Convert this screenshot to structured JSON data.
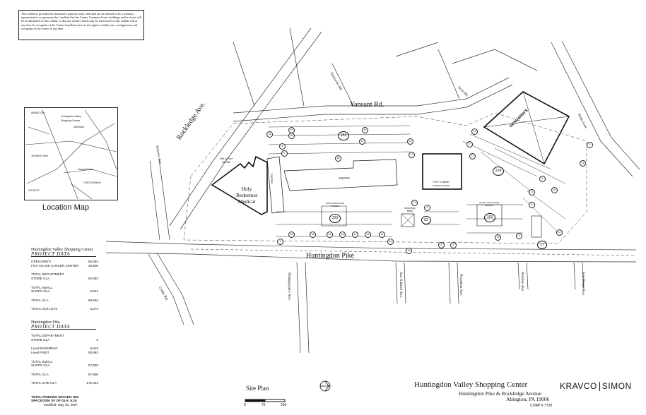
{
  "disclaimer": "This exhibit is provided for illustrative purposes only, and shall not be deemed to be a warranty, representation or agreement by Landlord that the Center, Common Areas, buildings and/or stores will be as illustrated on this exhibit, or that any tenants which may be referenced on this exhibit will at any time be occupants of the Center. Landlord reserves the right to modify size, configuration and occupants of the Center at any time.",
  "location_map": {
    "caption": "Location Map",
    "labels": [
      "ABINGTON",
      "Huntingdon Valley",
      "Shopping Center",
      "Moreland",
      "JENKINTOWN",
      "Susquehanna",
      "CHELTENHAM",
      "OGONTZ"
    ]
  },
  "roads": {
    "vansant": "Vansant Rd.",
    "rockledge": "Rockledge Ave.",
    "huntingdon_pike": "Huntingdon Pike",
    "montgomery": "Montgomery Ave.",
    "san_gabriel": "San Gabriel Ave.",
    "pasadena": "Pasadena Ave.",
    "berkley": "Berkley Ave.",
    "san_diego": "San Diego Ave.",
    "cedar": "Cedar Rd.",
    "hanover": "Hanover Ave.",
    "huntsville": "Huntsville Rd.",
    "scott": "Scott Rd.",
    "shady": "Shady Lane"
  },
  "buildings": {
    "holy_redeemer": [
      "Holy",
      "Redeemer",
      "Medical"
    ],
    "not_part": [
      "Not A Part",
      "Of Site"
    ],
    "shops_left": "SHOPS",
    "shops_center": "SHOPS",
    "fox_chase": "FOX CHASE",
    "fox_chase_sub": "CANCER CENTER",
    "geniards": "GENUARDI'S",
    "bank": "Sovereign Bank",
    "pad_parcel": "HUNTINGDON PIKE PARCEL",
    "valley_parcel": "VALLEY ASSOCIATES PARCEL"
  },
  "parking_counts": {
    "lot_main": "253",
    "lot_pad": "223",
    "lot_bank": "83",
    "lot_valley": "103",
    "lot_right": "214",
    "lot_corner": "27",
    "small": [
      "16",
      "45",
      "12",
      "8",
      "9",
      "15",
      "14",
      "16",
      "14",
      "17",
      "3",
      "15",
      "16",
      "11",
      "13",
      "14",
      "13",
      "14",
      "10",
      "16",
      "12",
      "5",
      "6",
      "4",
      "9",
      "17",
      "13",
      "4",
      "8",
      "5",
      "16",
      "17",
      "11",
      "3",
      "10",
      "13"
    ]
  },
  "project_data_1": {
    "heading": "Huntingdon Valley Shopping Center",
    "subheading": "PROJECT DATA",
    "rows": [
      {
        "label": "GENUARDI'S",
        "value": "54,092"
      },
      {
        "label": "FOX CHASE CANCER CENTER",
        "value": "28,500"
      },
      {
        "label": "TOTAL DEPARTMENT",
        "value": ""
      },
      {
        "label": "STORE GLA",
        "value": "82,592"
      },
      {
        "label": "TOTAL SMALL",
        "value": ""
      },
      {
        "label": "SHOPS GLA",
        "value": "6,912"
      },
      {
        "label": "TOTAL GLA",
        "value": "89,504"
      },
      {
        "label": "TOTAL OUTLOTS",
        "value": "6,270"
      }
    ]
  },
  "project_data_2": {
    "heading": "Huntingdon Pike",
    "subheading": "PROJECT DATA",
    "rows": [
      {
        "label": "TOTAL DEPARTMENT",
        "value": ""
      },
      {
        "label": "STORE GLA",
        "value": "0"
      },
      {
        "label": "Level BASEMENT",
        "value": "6,615"
      },
      {
        "label": "Level FIRST",
        "value": "50,983"
      },
      {
        "label": "TOTAL SMALL",
        "value": ""
      },
      {
        "label": "SHOPS GLA",
        "value": "57,598"
      },
      {
        "label": "TOTAL GLA",
        "value": "57,598"
      },
      {
        "label": "TOTAL SITE GLA",
        "value": "172,313"
      }
    ]
  },
  "footer": {
    "parking": "TOTAL PARKING SPACES:   893",
    "ratio": "SPACE/1000 SF OF GLA:   5.18",
    "modified": "Modified: May 15, 2007",
    "site_plan": "Site Plan",
    "scale": [
      "0",
      "75",
      "150"
    ],
    "title": "Huntingdon Valley Shopping Center",
    "subtitle": "Huntingdon Pike & Rockledge Avenue",
    "city": "Abington, PA  19006",
    "corp": "CORP #  7728",
    "brand_left": "KRAVCO",
    "brand_right": "SIMON"
  }
}
